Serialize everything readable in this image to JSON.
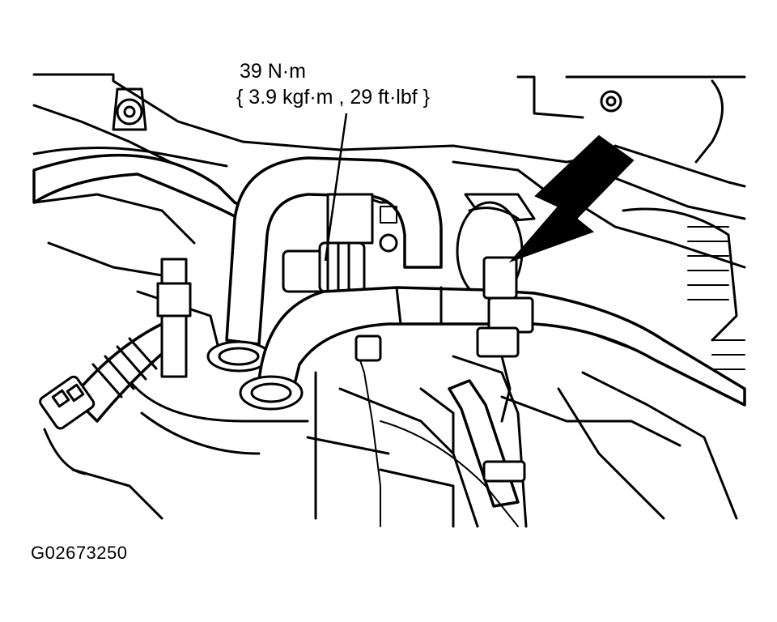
{
  "torque_callout": {
    "line1": "39 N·m",
    "line2": "{ 3.9 kgf·m , 29 ft·lbf }"
  },
  "figure_code": "G02673250",
  "colors": {
    "ink": "#000000",
    "paper": "#ffffff"
  }
}
